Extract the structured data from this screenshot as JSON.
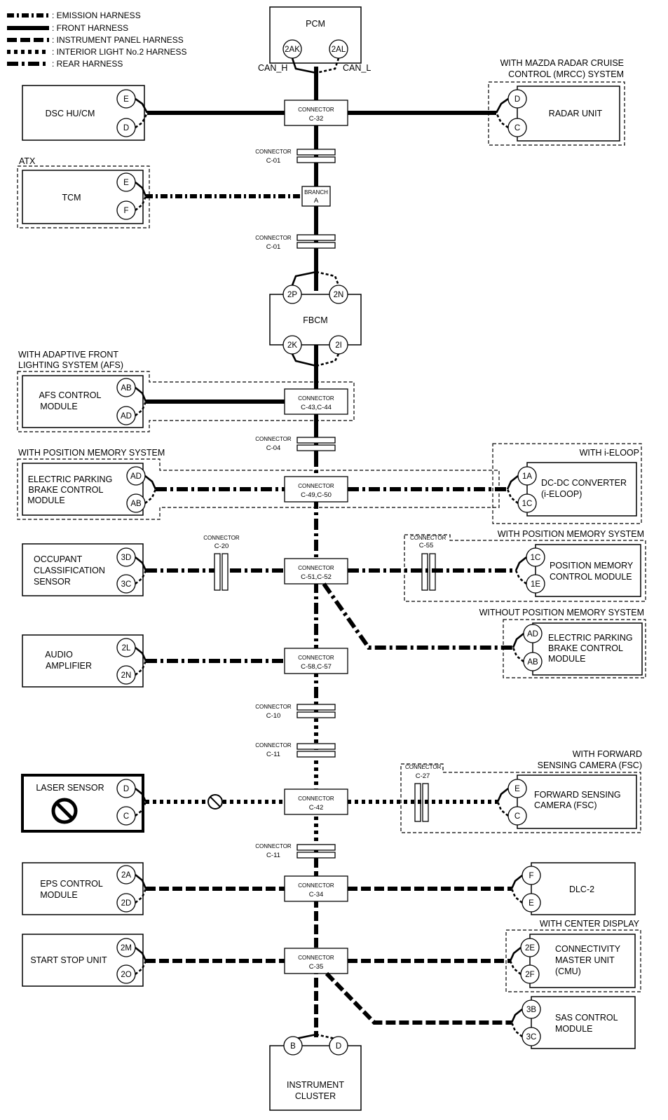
{
  "legend": {
    "emission": ": EMISSION HARNESS",
    "front": ": FRONT HARNESS",
    "instrument": ": INSTRUMENT PANEL HARNESS",
    "interior": ": INTERIOR LIGHT No.2 HARNESS",
    "rear": ": REAR HARNESS"
  },
  "pcm": {
    "title": "PCM",
    "pin_h": "2AK",
    "pin_l": "2AL",
    "can_h": "CAN_H",
    "can_l": "CAN_L"
  },
  "dsc": {
    "title": "DSC HU/CM",
    "pin1": "E",
    "pin2": "D"
  },
  "radar": {
    "group1": "WITH MAZDA RADAR CRUISE",
    "group2": "CONTROL (MRCC) SYSTEM",
    "title": "RADAR UNIT",
    "pin1": "D",
    "pin2": "C"
  },
  "c32": {
    "l1": "CONNECTOR",
    "l2": "C-32"
  },
  "c01a": {
    "l1": "CONNECTOR",
    "l2": "C-01"
  },
  "atx": {
    "group": "ATX",
    "title": "TCM",
    "pin1": "E",
    "pin2": "F"
  },
  "branch": {
    "l1": "BRANCH",
    "l2": "A"
  },
  "c01b": {
    "l1": "CONNECTOR",
    "l2": "C-01"
  },
  "fbcm": {
    "title": "FBCM",
    "pin1": "2P",
    "pin2": "2N",
    "pin3": "2K",
    "pin4": "2I"
  },
  "afs": {
    "group1": "WITH ADAPTIVE FRONT",
    "group2": "LIGHTING SYSTEM (AFS)",
    "t1": "AFS CONTROL",
    "t2": "MODULE",
    "pin1": "AB",
    "pin2": "AD"
  },
  "c43": {
    "l1": "CONNECTOR",
    "l2": "C-43,C-44"
  },
  "c04": {
    "l1": "CONNECTOR",
    "l2": "C-04"
  },
  "pms1": {
    "group": "WITH POSITION MEMORY SYSTEM",
    "t1": "ELECTRIC PARKING",
    "t2": "BRAKE CONTROL",
    "t3": "MODULE",
    "pin1": "AD",
    "pin2": "AB"
  },
  "c49": {
    "l1": "CONNECTOR",
    "l2": "C-49,C-50"
  },
  "eloop": {
    "group": "WITH i-ELOOP",
    "t1": "DC-DC CONVERTER",
    "t2": "(i-ELOOP)",
    "pin1": "1A",
    "pin2": "1C"
  },
  "ocs": {
    "t1": "OCCUPANT",
    "t2": "CLASSIFICATION",
    "t3": "SENSOR",
    "pin1": "3D",
    "pin2": "3C"
  },
  "c20": {
    "l1": "CONNECTOR",
    "l2": "C-20"
  },
  "c51": {
    "l1": "CONNECTOR",
    "l2": "C-51,C-52"
  },
  "c55": {
    "l1": "CONNECTOR",
    "l2": "C-55"
  },
  "pmcm": {
    "group": "WITH POSITION MEMORY SYSTEM",
    "t1": "POSITION MEMORY",
    "t2": "CONTROL MODULE",
    "pin1": "1C",
    "pin2": "1E"
  },
  "epb2": {
    "group": "WITHOUT POSITION MEMORY SYSTEM",
    "t1": "ELECTRIC PARKING",
    "t2": "BRAKE CONTROL",
    "t3": "MODULE",
    "pin1": "AD",
    "pin2": "AB"
  },
  "audio": {
    "t1": "AUDIO",
    "t2": "AMPLIFIER",
    "pin1": "2L",
    "pin2": "2N"
  },
  "c58": {
    "l1": "CONNECTOR",
    "l2": "C-58,C-57"
  },
  "c10": {
    "l1": "CONNECTOR",
    "l2": "C-10"
  },
  "c11a": {
    "l1": "CONNECTOR",
    "l2": "C-11"
  },
  "laser": {
    "title": "LASER SENSOR",
    "pin1": "D",
    "pin2": "C"
  },
  "c42": {
    "l1": "CONNECTOR",
    "l2": "C-42"
  },
  "c27": {
    "l1": "CONNECTOR",
    "l2": "C-27"
  },
  "fsc": {
    "group1": "WITH FORWARD",
    "group2": "SENSING CAMERA (FSC)",
    "t1": "FORWARD SENSING",
    "t2": "CAMERA (FSC)",
    "pin1": "E",
    "pin2": "C"
  },
  "c11b": {
    "l1": "CONNECTOR",
    "l2": "C-11"
  },
  "eps": {
    "t1": "EPS CONTROL",
    "t2": "MODULE",
    "pin1": "2A",
    "pin2": "2D"
  },
  "c34": {
    "l1": "CONNECTOR",
    "l2": "C-34"
  },
  "dlc": {
    "title": "DLC-2",
    "pin1": "F",
    "pin2": "E"
  },
  "ssu": {
    "title": "START STOP UNIT",
    "pin1": "2M",
    "pin2": "2O"
  },
  "c35": {
    "l1": "CONNECTOR",
    "l2": "C-35"
  },
  "cmu": {
    "group": "WITH CENTER DISPLAY",
    "t1": "CONNECTIVITY",
    "t2": "MASTER UNIT",
    "t3": "(CMU)",
    "pin1": "2E",
    "pin2": "2F"
  },
  "sas": {
    "t1": "SAS CONTROL",
    "t2": "MODULE",
    "pin1": "3B",
    "pin2": "3C"
  },
  "ic": {
    "t1": "INSTRUMENT",
    "t2": "CLUSTER",
    "pin1": "B",
    "pin2": "D"
  }
}
